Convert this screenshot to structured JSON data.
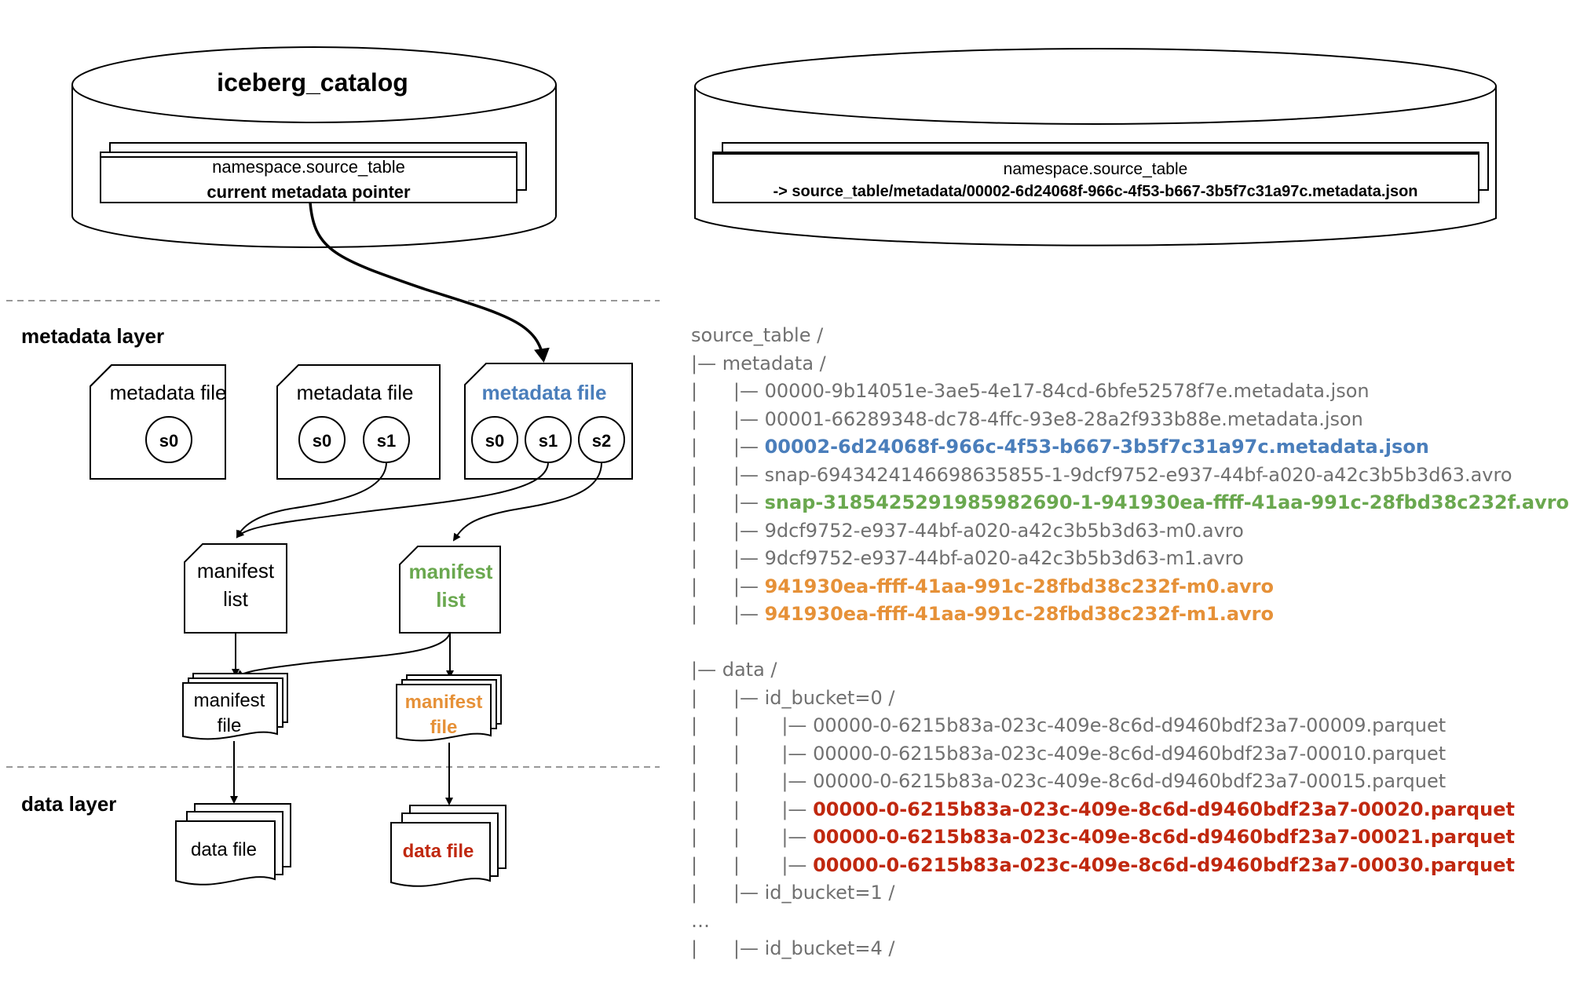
{
  "catalog_left": {
    "title": "iceberg_catalog",
    "table_name": "namespace.source_table",
    "pointer_label": "current metadata pointer"
  },
  "catalog_right": {
    "table_name": "namespace.source_table",
    "pointer_value": "-> source_table/metadata/00002-6d24068f-966c-4f53-b667-3b5f7c31a97c.metadata.json"
  },
  "layers": {
    "metadata": "metadata layer",
    "data": "data layer"
  },
  "metadata_files": [
    {
      "label": "metadata file",
      "snapshots": [
        "s0"
      ]
    },
    {
      "label": "metadata file",
      "snapshots": [
        "s0",
        "s1"
      ]
    },
    {
      "label": "metadata file",
      "snapshots": [
        "s0",
        "s1",
        "s2"
      ]
    }
  ],
  "manifest_lists": [
    {
      "line1": "manifest",
      "line2": "list"
    },
    {
      "line1": "manifest",
      "line2": "list"
    }
  ],
  "manifest_files": [
    {
      "line1": "manifest",
      "line2": "file"
    },
    {
      "line1": "manifest",
      "line2": "file"
    }
  ],
  "data_files": [
    {
      "label": "data file"
    },
    {
      "label": "data file"
    }
  ],
  "colors": {
    "blue": "#4a7ebb",
    "green": "#6aa84f",
    "orange": "#e69138",
    "red": "#c0280f",
    "gray": "#707070"
  },
  "tree": [
    {
      "prefix": "",
      "text": "source_table /",
      "style": "gray"
    },
    {
      "prefix": "|— ",
      "text": "metadata /",
      "style": "gray"
    },
    {
      "prefix": "|      |— ",
      "text": "00000-9b14051e-3ae5-4e17-84cd-6bfe52578f7e.metadata.json",
      "style": "gray"
    },
    {
      "prefix": "|      |— ",
      "text": "00001-66289348-dc78-4ffc-93e8-28a2f933b88e.metadata.json",
      "style": "gray"
    },
    {
      "prefix": "|      |— ",
      "text": "00002-6d24068f-966c-4f53-b667-3b5f7c31a97c.metadata.json",
      "style": "blue"
    },
    {
      "prefix": "|      |— ",
      "text": "snap-6943424146698635855-1-9dcf9752-e937-44bf-a020-a42c3b5b3d63.avro",
      "style": "gray"
    },
    {
      "prefix": "|      |— ",
      "text": "snap-3185425291985982690-1-941930ea-ffff-41aa-991c-28fbd38c232f.avro",
      "style": "green"
    },
    {
      "prefix": "|      |— ",
      "text": "9dcf9752-e937-44bf-a020-a42c3b5b3d63-m0.avro",
      "style": "gray"
    },
    {
      "prefix": "|      |— ",
      "text": "9dcf9752-e937-44bf-a020-a42c3b5b3d63-m1.avro",
      "style": "gray"
    },
    {
      "prefix": "|      |— ",
      "text": "941930ea-ffff-41aa-991c-28fbd38c232f-m0.avro",
      "style": "orange"
    },
    {
      "prefix": "|      |— ",
      "text": "941930ea-ffff-41aa-991c-28fbd38c232f-m1.avro",
      "style": "orange"
    },
    {
      "prefix": "",
      "text": "",
      "style": "gray"
    },
    {
      "prefix": "|— ",
      "text": "data /",
      "style": "gray"
    },
    {
      "prefix": "|      |— ",
      "text": "id_bucket=0 /",
      "style": "gray"
    },
    {
      "prefix": "|      |       |— ",
      "text": "00000-0-6215b83a-023c-409e-8c6d-d9460bdf23a7-00009.parquet",
      "style": "gray"
    },
    {
      "prefix": "|      |       |— ",
      "text": "00000-0-6215b83a-023c-409e-8c6d-d9460bdf23a7-00010.parquet",
      "style": "gray"
    },
    {
      "prefix": "|      |       |— ",
      "text": "00000-0-6215b83a-023c-409e-8c6d-d9460bdf23a7-00015.parquet",
      "style": "gray"
    },
    {
      "prefix": "|      |       |— ",
      "text": "00000-0-6215b83a-023c-409e-8c6d-d9460bdf23a7-00020.parquet",
      "style": "red"
    },
    {
      "prefix": "|      |       |— ",
      "text": "00000-0-6215b83a-023c-409e-8c6d-d9460bdf23a7-00021.parquet",
      "style": "red"
    },
    {
      "prefix": "|      |       |— ",
      "text": "00000-0-6215b83a-023c-409e-8c6d-d9460bdf23a7-00030.parquet",
      "style": "red"
    },
    {
      "prefix": "|      |— ",
      "text": "id_bucket=1 /",
      "style": "gray"
    },
    {
      "prefix": "",
      "text": "…",
      "style": "gray"
    },
    {
      "prefix": "|      |— ",
      "text": "id_bucket=4 /",
      "style": "gray"
    }
  ]
}
